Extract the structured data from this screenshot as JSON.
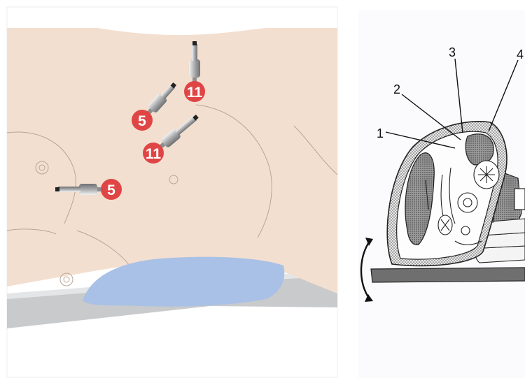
{
  "left_panel": {
    "ports": [
      {
        "label": "5"
      },
      {
        "label": "11"
      },
      {
        "label": "11"
      },
      {
        "label": "5"
      }
    ],
    "colors": {
      "skin": "#f3dfd0",
      "skin_line": "#b9a597",
      "port_badge": "#e04545",
      "gel_pad": "#a9c1e6",
      "table": "#c9cacc"
    }
  },
  "right_panel": {
    "callouts": [
      {
        "label": "1"
      },
      {
        "label": "2"
      },
      {
        "label": "3"
      },
      {
        "label": "4"
      }
    ],
    "rotation_arrow_icon": "double-headed-curved-arrow"
  }
}
